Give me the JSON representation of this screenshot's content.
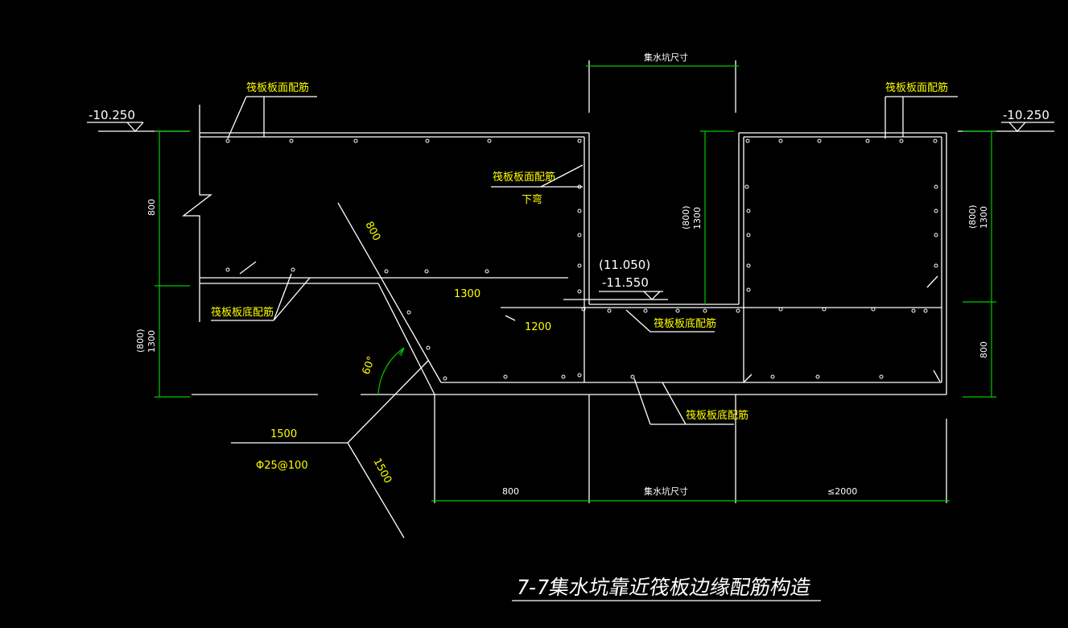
{
  "title": "7-7集水坑靠近筏板边缘配筋构造",
  "elevations": {
    "left": "-10.250",
    "right": "-10.250",
    "pit_alt": "(11.050)",
    "pit": "-11.550"
  },
  "labels": {
    "top_rebar_left": "筏板板面配筋",
    "top_rebar_right": "筏板板面配筋",
    "top_rebar_mid": "筏板板面配筋",
    "bend_down": "下弯",
    "bottom_rebar_left": "筏板板底配筋",
    "bottom_rebar_mid": "筏板板底配筋",
    "bottom_rebar_low": "筏板板底配筋",
    "pit_size_top": "集水坑尺寸",
    "pit_size_bottom": "集水坑尺寸",
    "rebar_spec": "Φ25@100"
  },
  "dimensions": {
    "left_800": "800",
    "left_1300": "1300",
    "left_800_paren": "(800)",
    "mid_1300": "1300",
    "mid_800_paren": "(800)",
    "right_1300": "1300",
    "right_800_paren": "(800)",
    "right_800": "800",
    "diag_800": "800",
    "slope_1300": "1300",
    "slope_1200": "1200",
    "angle": "60°",
    "anchor_1500_h": "1500",
    "anchor_1500_d": "1500",
    "bottom_800": "800",
    "bottom_2000": "≤2000"
  },
  "colors": {
    "background": "#000000",
    "lines": "#ffffff",
    "dims": "#00c800",
    "text": "#ffff00"
  }
}
